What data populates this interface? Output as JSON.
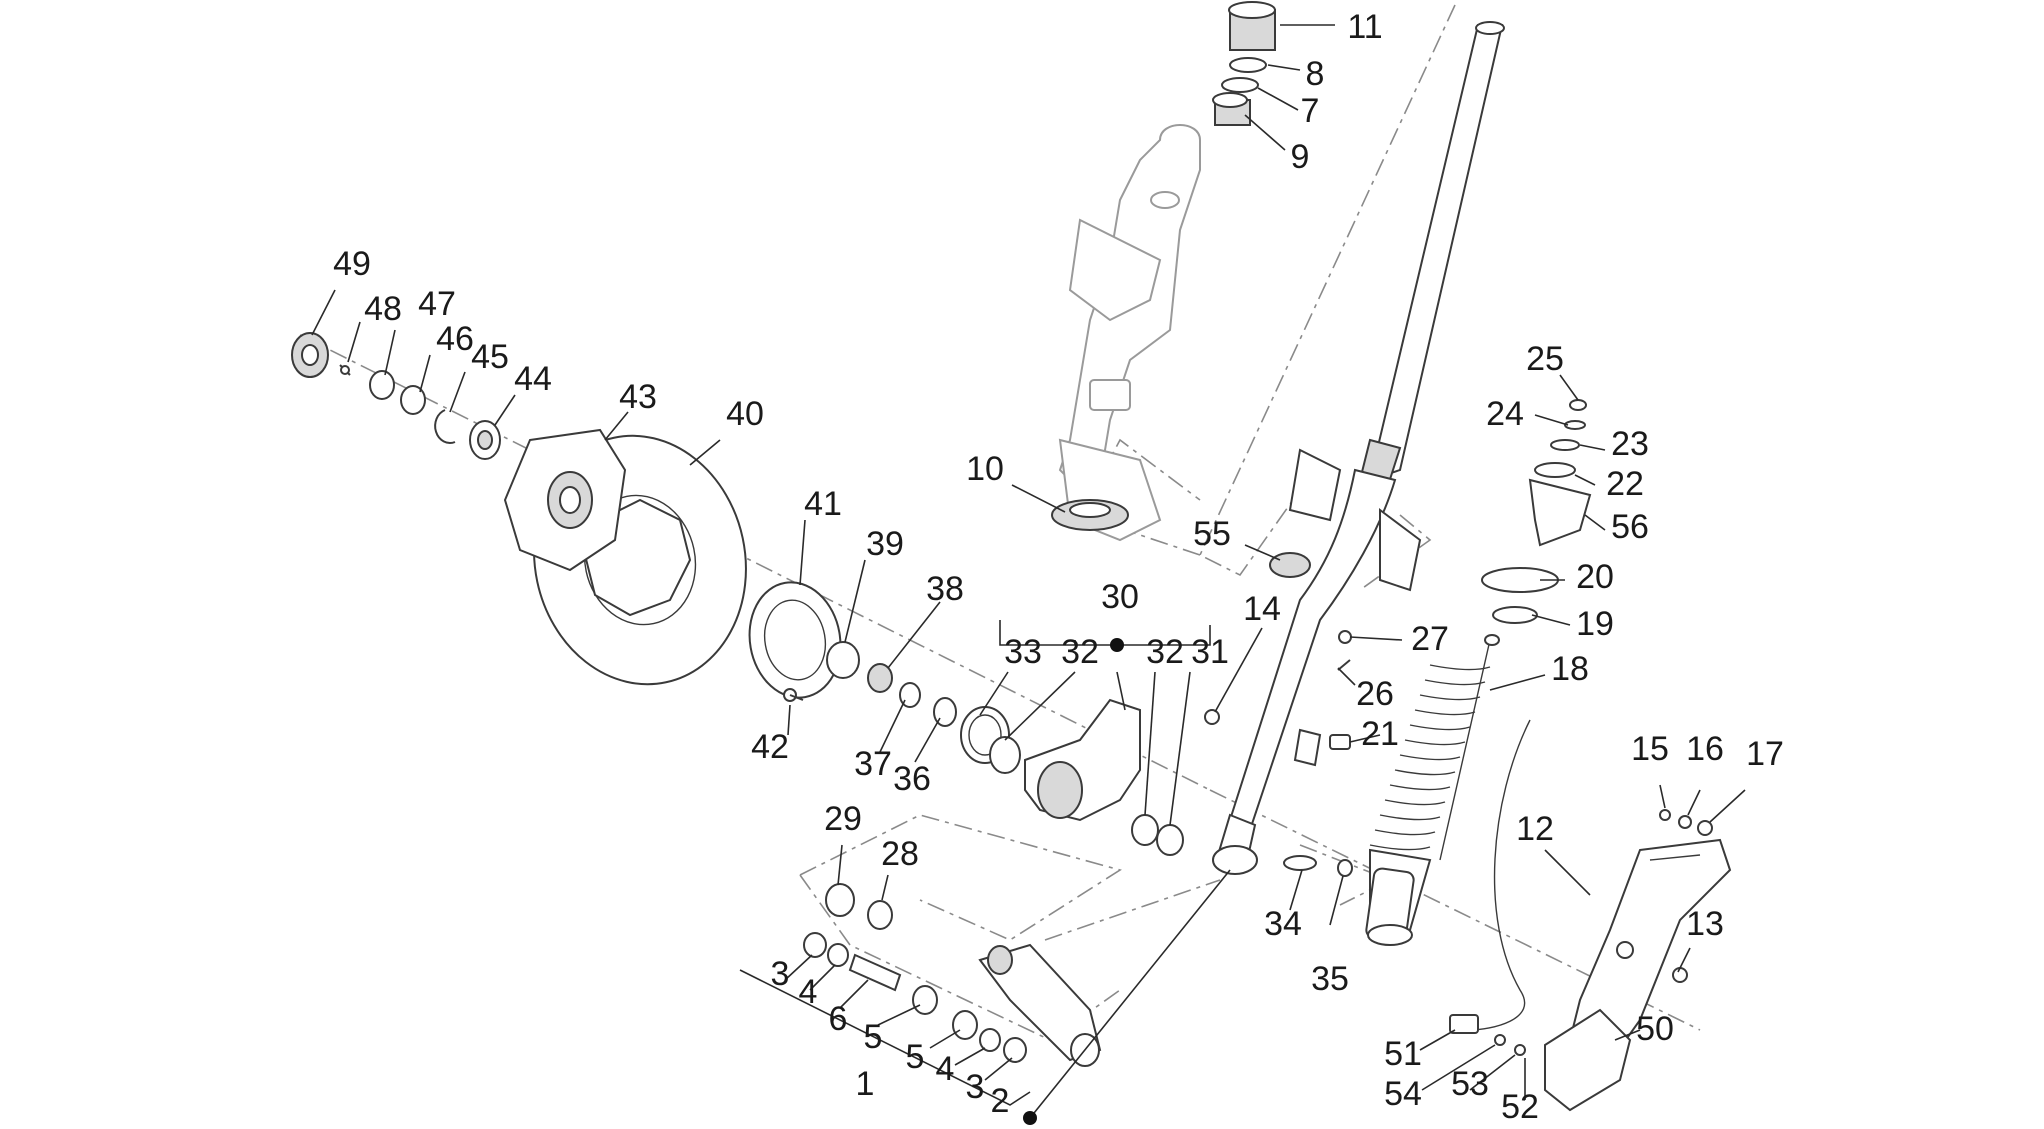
{
  "diagram": {
    "labels": [
      "1",
      "2",
      "3",
      "3",
      "4",
      "4",
      "5",
      "5",
      "6",
      "7",
      "8",
      "9",
      "10",
      "11",
      "12",
      "13",
      "14",
      "15",
      "16",
      "17",
      "18",
      "19",
      "20",
      "21",
      "22",
      "23",
      "24",
      "25",
      "26",
      "27",
      "28",
      "29",
      "30",
      "31",
      "32",
      "32",
      "33",
      "34",
      "35",
      "36",
      "37",
      "38",
      "39",
      "40",
      "41",
      "42",
      "43",
      "44",
      "45",
      "46",
      "47",
      "48",
      "49",
      "50",
      "51",
      "52",
      "53",
      "54",
      "55",
      "56"
    ]
  }
}
